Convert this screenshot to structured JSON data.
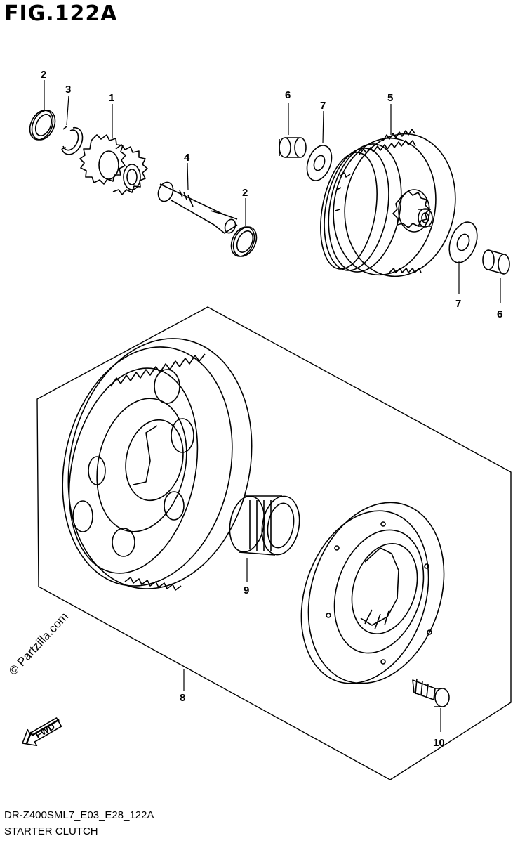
{
  "figure": {
    "title": "FIG.122A",
    "code": "DR-Z400SML7_E03_E28_122A",
    "name": "STARTER CLUTCH"
  },
  "watermark": "© Partzilla.com",
  "fwd_label": "FWD",
  "callouts": [
    "1",
    "2",
    "2",
    "3",
    "4",
    "5",
    "6",
    "6",
    "7",
    "7",
    "8",
    "9",
    "10"
  ]
}
